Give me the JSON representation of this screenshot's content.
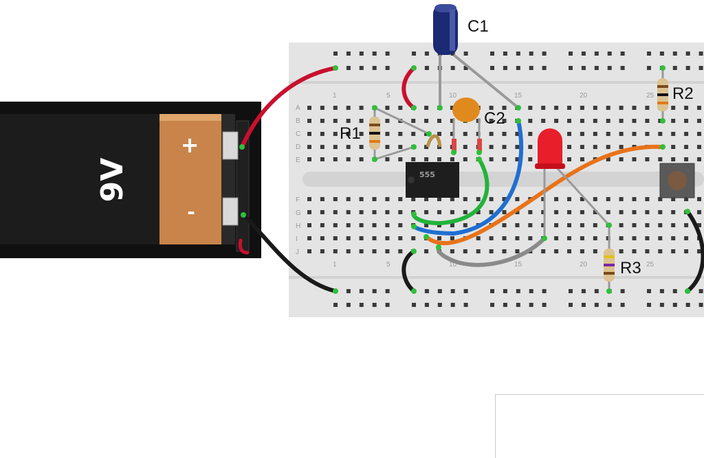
{
  "labels": {
    "c1": "C1",
    "c2": "C2",
    "r1": "R1",
    "r2": "R2",
    "r3": "R3"
  },
  "battery": {
    "voltage": "9V",
    "plus": "+",
    "minus": "-"
  },
  "chip": {
    "text": "555"
  },
  "breadboard": {
    "row_letters_top": [
      "A",
      "B",
      "C",
      "D",
      "E"
    ],
    "row_letters_bottom": [
      "F",
      "G",
      "H",
      "I",
      "J"
    ],
    "column_numbers": [
      "1",
      "5",
      "10",
      "15",
      "20",
      "25"
    ]
  },
  "colors": {
    "red_wire": "#c8102e",
    "black_wire": "#1a1a1a",
    "green_wire": "#22b33a",
    "blue_wire": "#1f6fd1",
    "orange_wire": "#e8731a",
    "gray_wire": "#8a8a8a",
    "board": "#e6e6e6",
    "battery_copper": "#c8844a"
  }
}
